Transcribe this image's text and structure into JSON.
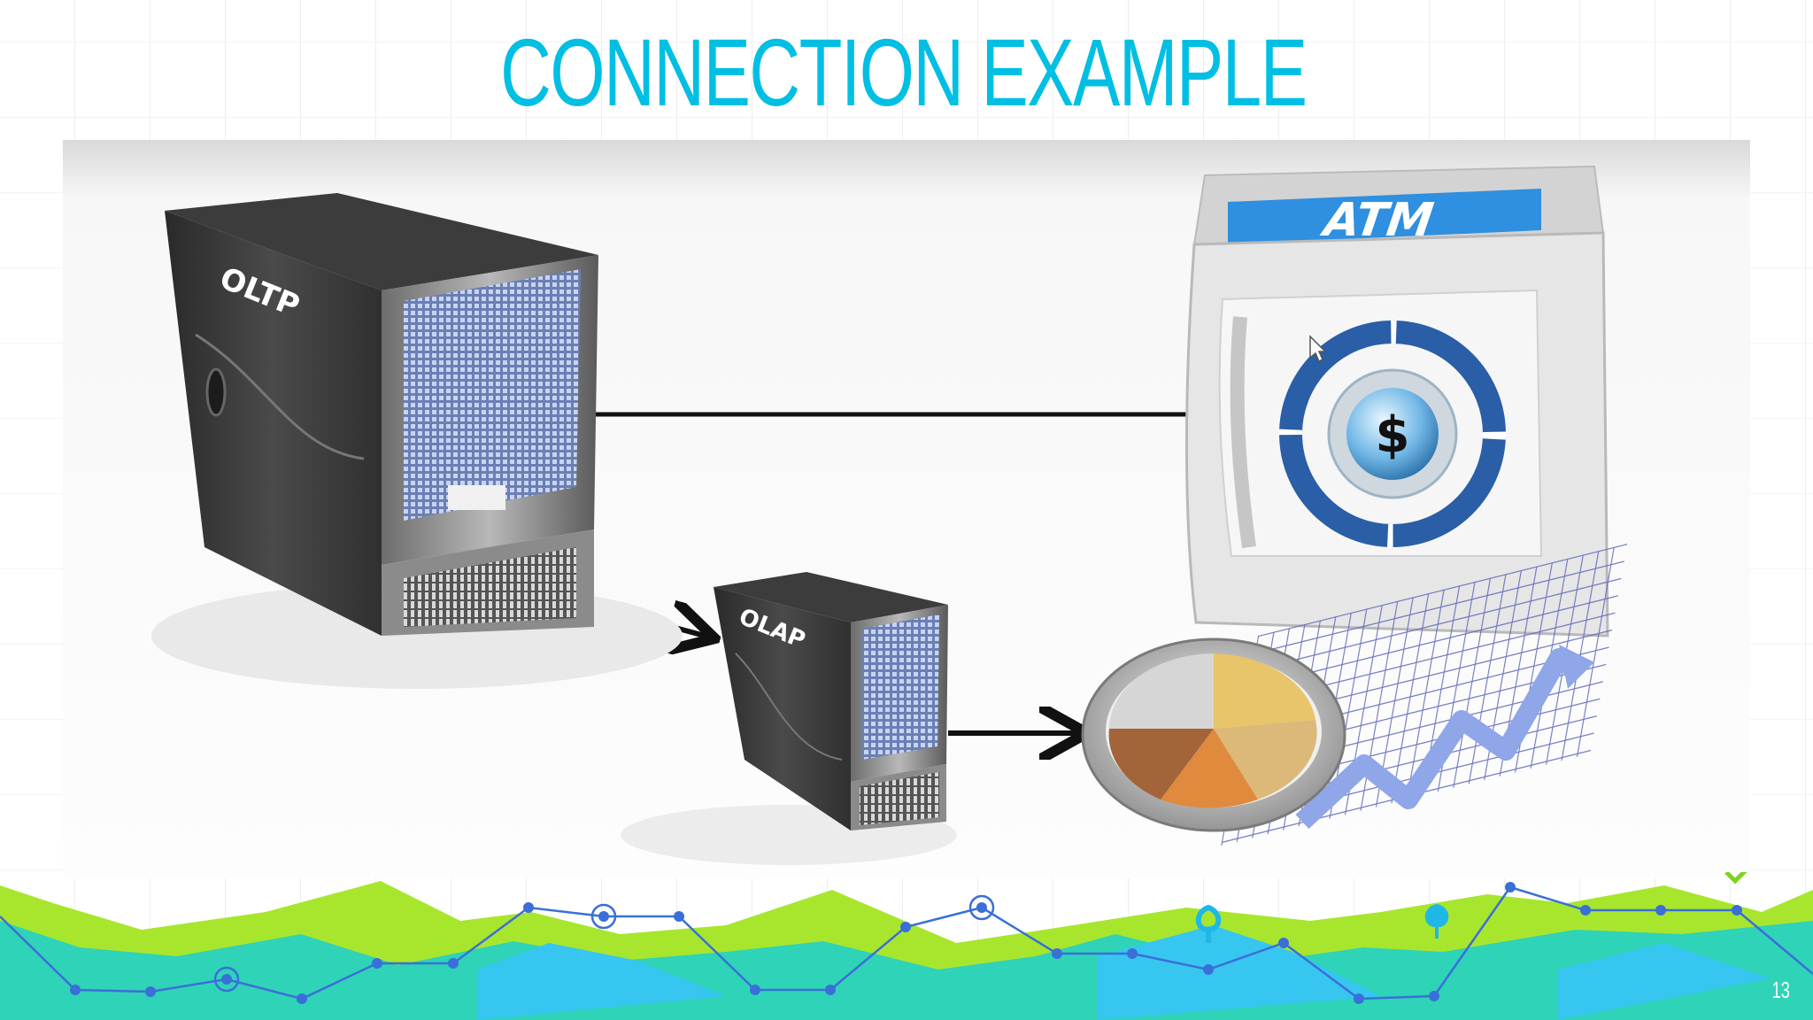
{
  "slide": {
    "title": "CONNECTION EXAMPLE",
    "page_number": "13"
  },
  "diagram": {
    "oltp_label": "OLTP",
    "olap_label": "OLAP",
    "atm_label": "ATM",
    "currency_symbol": "$"
  },
  "colors": {
    "title": "#00bfe3",
    "lime": "#a8e62e",
    "teal": "#2fd3b8",
    "sky": "#37c6f0",
    "line_blue": "#3a6fd8",
    "atm_blue": "#2f8fe0"
  }
}
